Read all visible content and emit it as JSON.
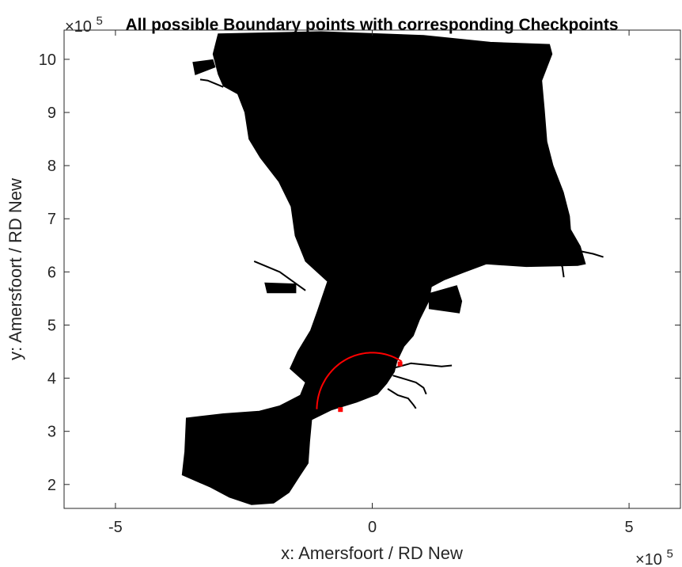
{
  "chart_data": {
    "type": "map",
    "title": "All possible Boundary points with corresponding Checkpoints",
    "xlabel": "x: Amersfoort / RD New",
    "ylabel": "y: Amersfoort / RD New",
    "x_multiplier": {
      "base": "×10",
      "exp": "5"
    },
    "y_multiplier": {
      "base": "×10",
      "exp": "5"
    },
    "xlim": [
      -600000,
      600000
    ],
    "ylim": [
      155000,
      1055000
    ],
    "x_ticks": [
      {
        "value": -500000,
        "label": "-5"
      },
      {
        "value": 0,
        "label": "0"
      },
      {
        "value": 500000,
        "label": "5"
      }
    ],
    "y_ticks": [
      {
        "value": 200000,
        "label": "2"
      },
      {
        "value": 300000,
        "label": "3"
      },
      {
        "value": 400000,
        "label": "4"
      },
      {
        "value": 500000,
        "label": "5"
      },
      {
        "value": 600000,
        "label": "6"
      },
      {
        "value": 700000,
        "label": "7"
      },
      {
        "value": 800000,
        "label": "8"
      },
      {
        "value": 900000,
        "label": "9"
      },
      {
        "value": 1000000,
        "label": "10"
      }
    ],
    "grid": false,
    "colors": {
      "domain": "#000000",
      "boundary": "#ff0000"
    },
    "domain_polygon": [
      [
        -300000,
        1048000
      ],
      [
        -100000,
        1052000
      ],
      [
        100000,
        1045000
      ],
      [
        230000,
        1032000
      ],
      [
        345000,
        1028000
      ],
      [
        350000,
        1010000
      ],
      [
        330000,
        960000
      ],
      [
        335000,
        905000
      ],
      [
        340000,
        845000
      ],
      [
        352000,
        800000
      ],
      [
        372000,
        750000
      ],
      [
        384000,
        705000
      ],
      [
        386000,
        680000
      ],
      [
        405000,
        648000
      ],
      [
        415000,
        615000
      ],
      [
        400000,
        612000
      ],
      [
        300000,
        610000
      ],
      [
        222000,
        615000
      ],
      [
        180000,
        600000
      ],
      [
        140000,
        585000
      ],
      [
        115000,
        572000
      ],
      [
        110000,
        545000
      ],
      [
        92000,
        510000
      ],
      [
        80000,
        480000
      ],
      [
        62000,
        460000
      ],
      [
        48000,
        432000
      ],
      [
        43000,
        412000
      ],
      [
        28000,
        390000
      ],
      [
        10000,
        370000
      ],
      [
        -30000,
        355000
      ],
      [
        -80000,
        340000
      ],
      [
        -118000,
        322000
      ],
      [
        -122000,
        280000
      ],
      [
        -125000,
        240000
      ],
      [
        -142000,
        215000
      ],
      [
        -162000,
        185000
      ],
      [
        -192000,
        165000
      ],
      [
        -235000,
        162000
      ],
      [
        -278000,
        176000
      ],
      [
        -315000,
        195000
      ],
      [
        -370000,
        218000
      ],
      [
        -365000,
        262000
      ],
      [
        -362000,
        325000
      ],
      [
        -290000,
        333000
      ],
      [
        -220000,
        338000
      ],
      [
        -180000,
        348000
      ],
      [
        -140000,
        368000
      ],
      [
        -130000,
        392000
      ],
      [
        -160000,
        418000
      ],
      [
        -145000,
        450000
      ],
      [
        -120000,
        490000
      ],
      [
        -107000,
        525000
      ],
      [
        -87000,
        582000
      ],
      [
        -130000,
        620000
      ],
      [
        -150000,
        668000
      ],
      [
        -158000,
        723000
      ],
      [
        -182000,
        770000
      ],
      [
        -218000,
        815000
      ],
      [
        -240000,
        850000
      ],
      [
        -248000,
        900000
      ],
      [
        -262000,
        935000
      ],
      [
        -290000,
        950000
      ],
      [
        -300000,
        972000
      ],
      [
        -310000,
        1010000
      ]
    ],
    "rivers": [
      [
        [
          45000,
          420000
        ],
        [
          75000,
          428000
        ],
        [
          105000,
          425000
        ],
        [
          135000,
          422000
        ],
        [
          155000,
          424000
        ]
      ],
      [
        [
          40000,
          405000
        ],
        [
          65000,
          398000
        ],
        [
          85000,
          392000
        ],
        [
          100000,
          382000
        ],
        [
          105000,
          370000
        ]
      ],
      [
        [
          30000,
          380000
        ],
        [
          50000,
          368000
        ],
        [
          70000,
          362000
        ],
        [
          80000,
          350000
        ],
        [
          85000,
          343000
        ]
      ],
      [
        [
          380000,
          645000
        ],
        [
          400000,
          640000
        ],
        [
          430000,
          634000
        ],
        [
          450000,
          628000
        ]
      ],
      [
        [
          340000,
          645000
        ],
        [
          357000,
          625000
        ],
        [
          370000,
          610000
        ],
        [
          373000,
          590000
        ]
      ],
      [
        [
          -130000,
          565000
        ],
        [
          -180000,
          600000
        ],
        [
          -230000,
          620000
        ]
      ],
      [
        [
          -290000,
          948000
        ],
        [
          -320000,
          960000
        ],
        [
          -335000,
          962000
        ]
      ]
    ],
    "bays": [
      [
        [
          -148000,
          578000
        ],
        [
          -210000,
          580000
        ],
        [
          -205000,
          560000
        ],
        [
          -148000,
          560000
        ]
      ],
      [
        [
          -310000,
          1000000
        ],
        [
          -350000,
          995000
        ],
        [
          -345000,
          970000
        ],
        [
          -305000,
          985000
        ]
      ],
      [
        [
          110000,
          560000
        ],
        [
          165000,
          575000
        ],
        [
          175000,
          545000
        ],
        [
          170000,
          522000
        ],
        [
          110000,
          530000
        ]
      ]
    ],
    "boundary_arc": {
      "center": [
        0,
        340000
      ],
      "radius": 108000,
      "start_deg": -90,
      "end_deg": 63
    },
    "checkpoints": [
      {
        "x": -62000,
        "y": 341000
      },
      {
        "x": 54000,
        "y": 427000
      }
    ]
  }
}
